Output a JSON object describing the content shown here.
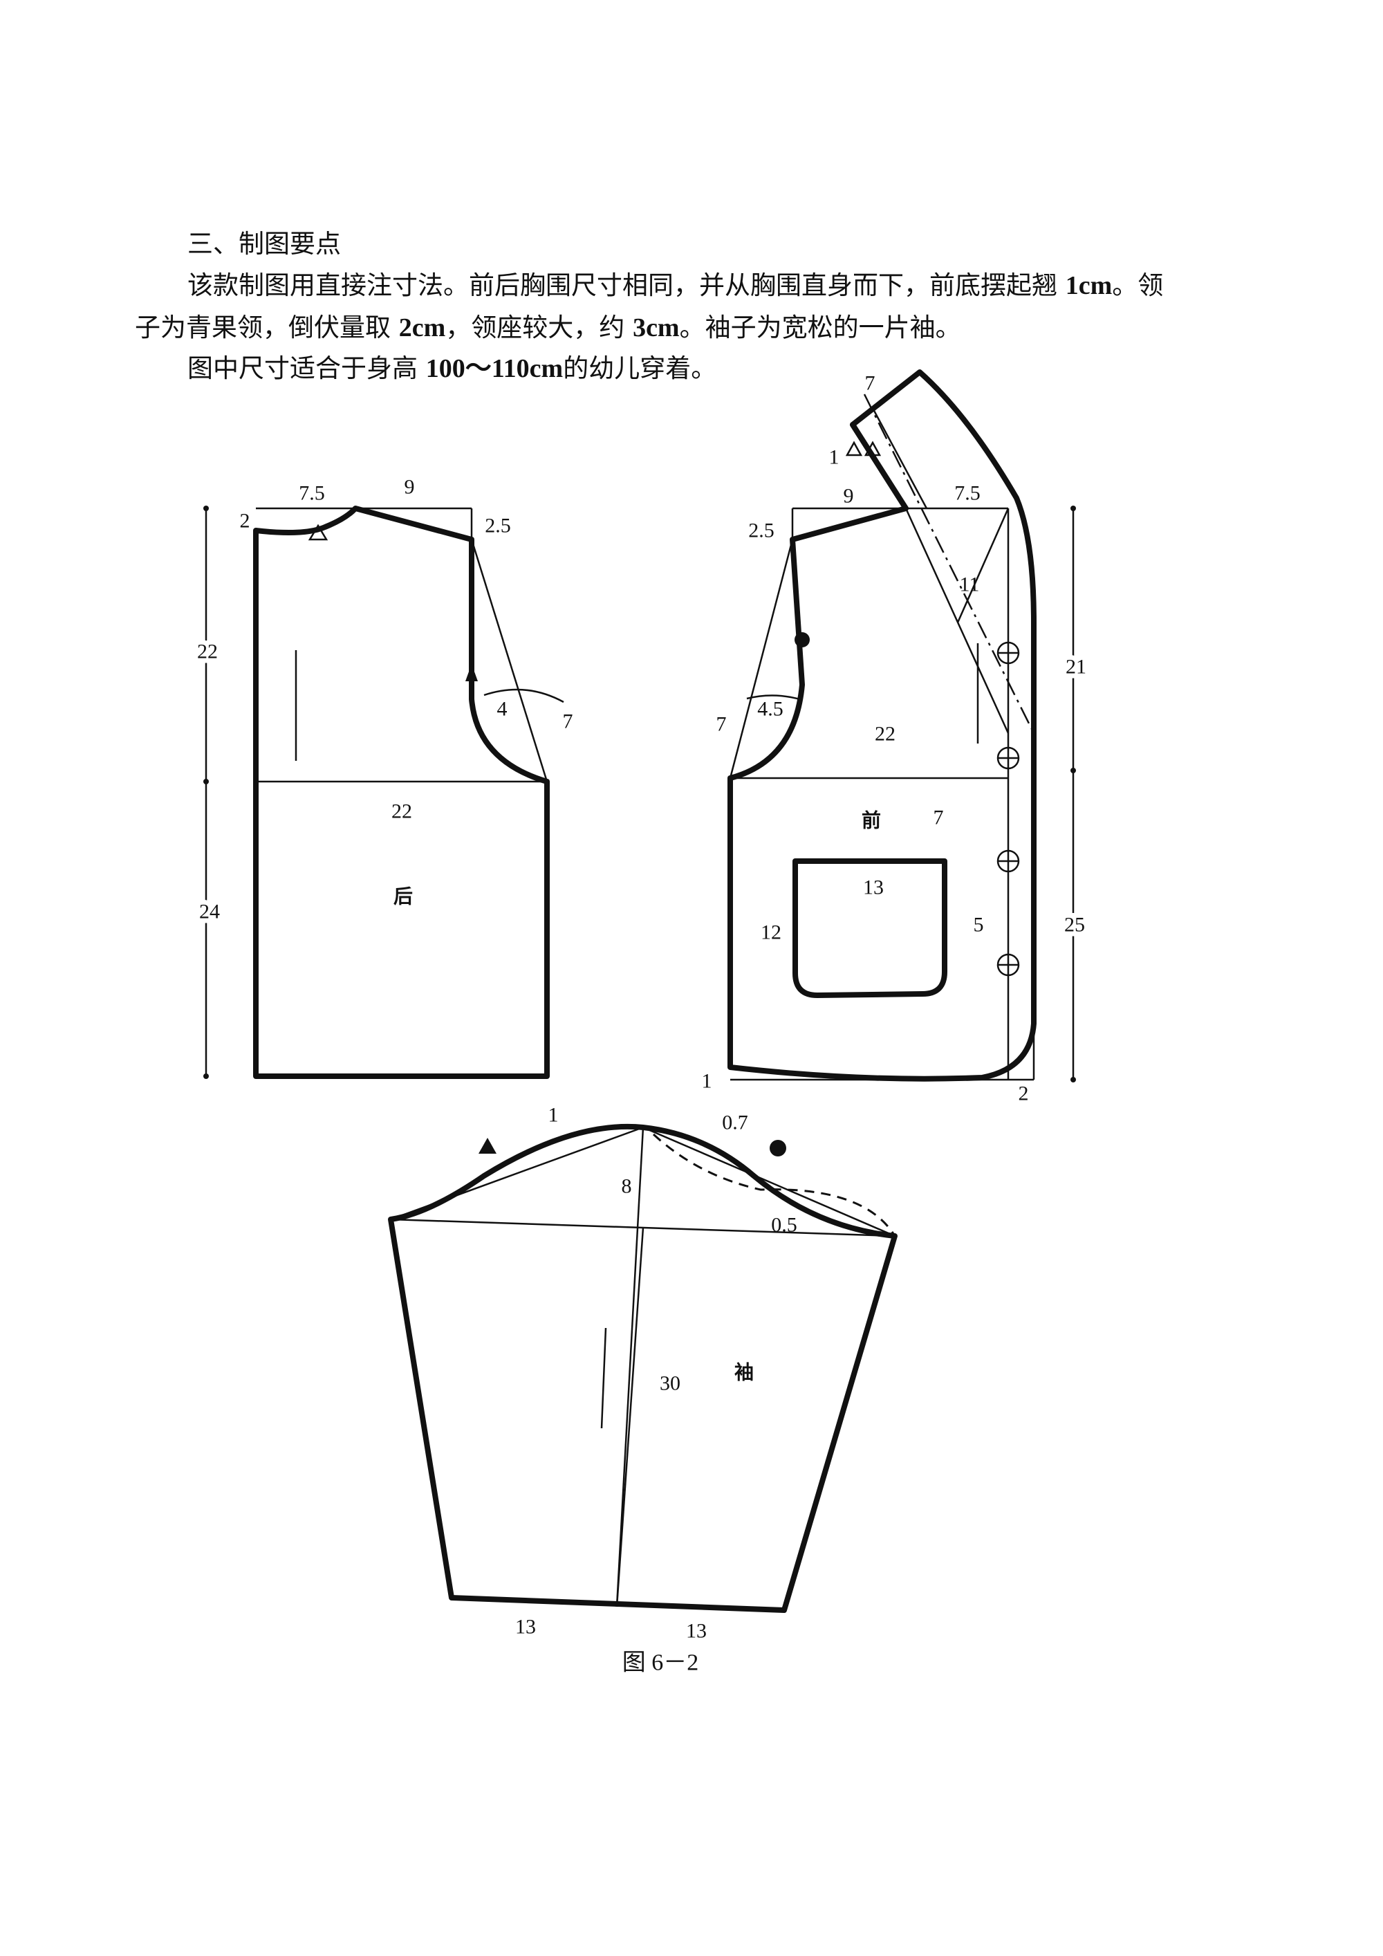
{
  "section_heading": "三、制图要点",
  "paragraphs": {
    "p1_a": "该款制图用直接注寸法。前后胸围尺寸相同，并从胸围直身而下，前底摆起翘",
    "p1_v1": "1cm",
    "p1_b": "。领",
    "p1_c": "子为青果领，倒伏量取",
    "p1_v2": "2cm",
    "p1_d": "，领座较大，约",
    "p1_v3": "3cm",
    "p1_e": "。袖子为宽松的一片袖。",
    "p2_a": "图中尺寸适合于身高",
    "p2_v": "100～110cm",
    "p2_b": "的幼儿穿着。"
  },
  "back": {
    "piece_label": "后",
    "dims": {
      "neck_width": "7.5",
      "shoulder": "9",
      "neck_depth": "2",
      "shoulder_drop": "2.5",
      "upper_length": "22",
      "lower_length": "24",
      "armhole_a": "4",
      "armhole_b": "7",
      "chest": "22"
    }
  },
  "front": {
    "piece_label": "前",
    "dims": {
      "collar_width": "7",
      "collar_tilt": "1",
      "shoulder": "9",
      "neck_width": "7.5",
      "shoulder_drop": "2.5",
      "lapel": "11",
      "upper_length": "21",
      "armhole_b": "7",
      "armhole_a": "4.5",
      "chest": "22",
      "pocket_pos": "7",
      "pocket_width": "13",
      "pocket_height": "12",
      "pocket_side": "5",
      "lower_length": "25",
      "hem_rise": "1",
      "overlap": "2"
    }
  },
  "sleeve": {
    "piece_label": "袖",
    "dims": {
      "back_cap": "1",
      "front_cap": "0.7",
      "cap_height": "8",
      "front_curve": "0.5",
      "length": "30",
      "cuff_left": "13",
      "cuff_right": "13"
    }
  },
  "caption": "图 6－2"
}
